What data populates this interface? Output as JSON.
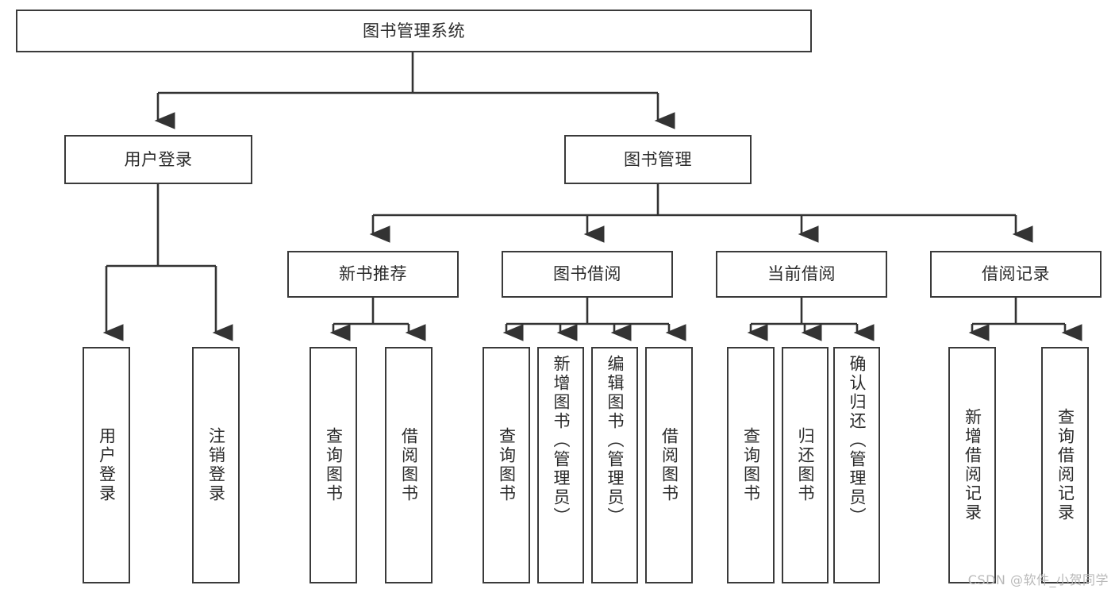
{
  "diagram": {
    "type": "tree-hierarchy-chart",
    "title": "图书管理系统",
    "watermark": "CSDN @软件_小贺同学",
    "colors": {
      "box_border": "#3a3a3a",
      "box_fill": "#ffffff",
      "connector": "#333333",
      "text": "#2b2b2b",
      "watermark": "#b9b9b9",
      "background": "#ffffff"
    },
    "root": {
      "label": "图书管理系统"
    },
    "level1": [
      {
        "label": "用户登录"
      },
      {
        "label": "图书管理"
      }
    ],
    "level2": [
      {
        "label": "新书推荐"
      },
      {
        "label": "图书借阅"
      },
      {
        "label": "当前借阅"
      },
      {
        "label": "借阅记录"
      }
    ],
    "leaves": {
      "user_login": [
        {
          "label": "用户登录"
        },
        {
          "label": "注销登录"
        }
      ],
      "new_book_recommend": [
        {
          "label": "查询图书"
        },
        {
          "label": "借阅图书"
        }
      ],
      "book_borrow": [
        {
          "label": "查询图书"
        },
        {
          "label": "新增图书（管理员）"
        },
        {
          "label": "编辑图书（管理员）"
        },
        {
          "label": "借阅图书"
        }
      ],
      "current_borrow": [
        {
          "label": "查询图书"
        },
        {
          "label": "归还图书"
        },
        {
          "label": "确认归还（管理员）"
        }
      ],
      "borrow_record": [
        {
          "label": "新增借阅记录"
        },
        {
          "label": "查询借阅记录"
        }
      ]
    }
  }
}
